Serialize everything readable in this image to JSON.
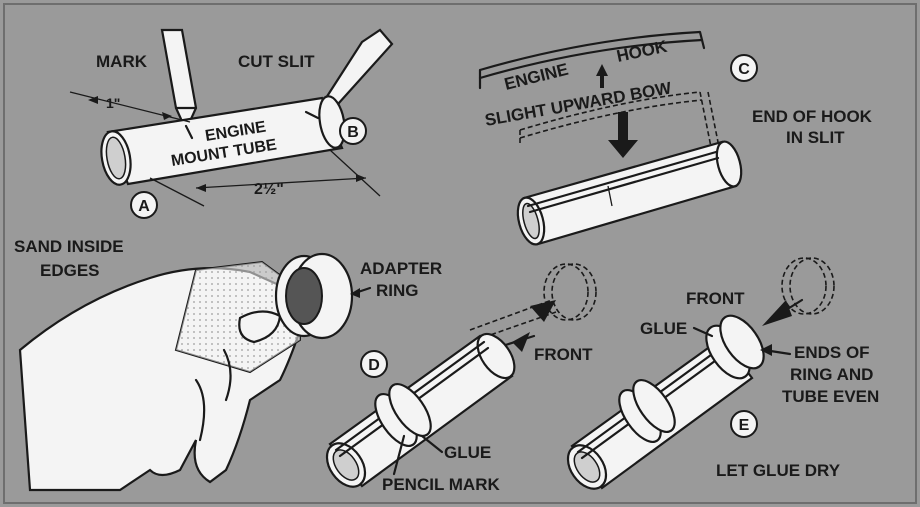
{
  "colors": {
    "background": "#9a9a9a",
    "ink": "#1a1a1a",
    "paper": "#f4f4f4"
  },
  "labels": {
    "mark": "MARK",
    "cut_slit": "CUT SLIT",
    "one_inch": "1\"",
    "engine_mount_line1": "ENGINE",
    "engine_mount_line2": "MOUNT TUBE",
    "dimension": "2½\"",
    "step_a": "A",
    "step_b": "B",
    "step_c": "C",
    "step_d": "D",
    "step_e": "E",
    "engine_hook": "ENGINE",
    "hook": "HOOK",
    "slight_bow": "SLIGHT UPWARD BOW",
    "end_of_hook_1": "END OF HOOK",
    "end_of_hook_2": "IN SLIT",
    "sand_1": "SAND INSIDE",
    "sand_2": "EDGES",
    "adapter_1": "ADAPTER",
    "adapter_2": "RING",
    "front_d": "FRONT",
    "glue_d": "GLUE",
    "pencil_mark": "PENCIL MARK",
    "front_e": "FRONT",
    "glue_e": "GLUE",
    "ends_1": "ENDS OF",
    "ends_2": "RING AND",
    "ends_3": "TUBE EVEN",
    "let_glue_dry": "LET GLUE DRY"
  }
}
